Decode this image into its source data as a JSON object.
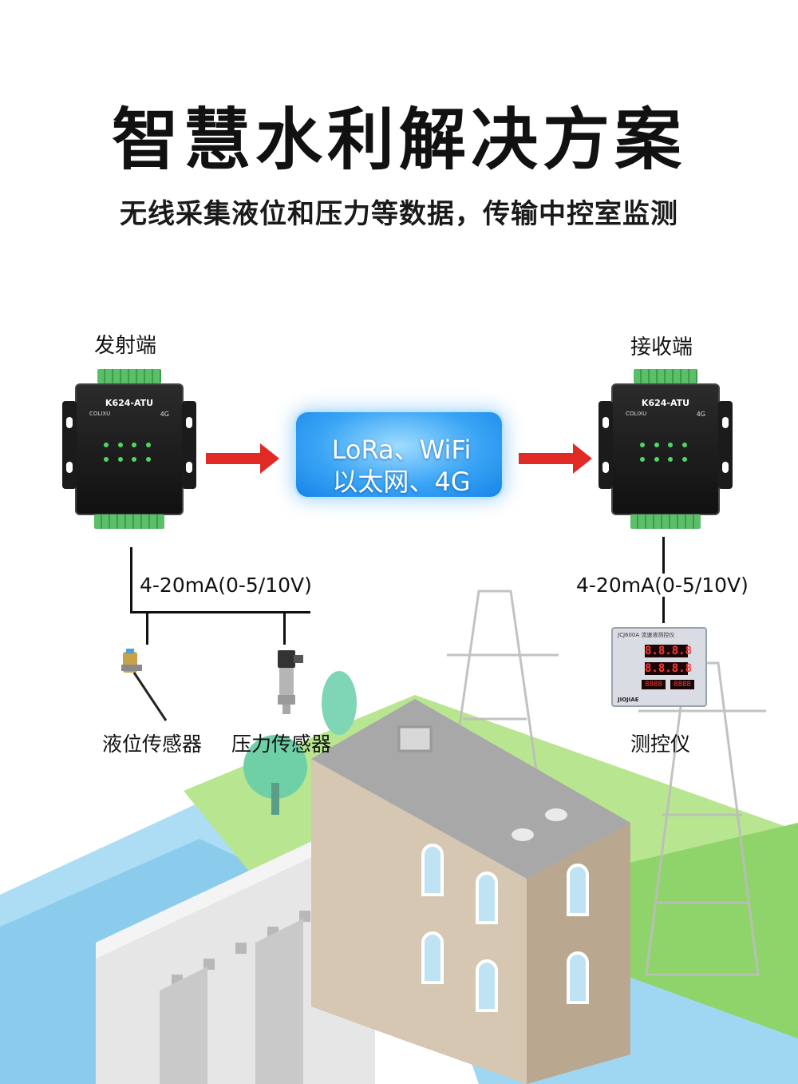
{
  "header": {
    "title": "智慧水利解决方案",
    "subtitle": "无线采集液位和压力等数据，传输中控室监测"
  },
  "sender": {
    "label": "发射端",
    "device": {
      "model": "K624-ATU",
      "variant": "4G",
      "brand": "COLIXU"
    }
  },
  "receiver": {
    "label": "接收端",
    "device": {
      "model": "K624-ATU",
      "variant": "4G",
      "brand": "COLIXU"
    }
  },
  "network": {
    "line1": "LoRa、WiFi",
    "line2": "以太网、4G"
  },
  "signal_left": "4-20mA(0-5/10V)",
  "signal_right": "4-20mA(0-5/10V)",
  "sensors": {
    "level": "液位传感器",
    "pressure": "压力传感器"
  },
  "meter": {
    "label": "测控仪",
    "title": "JCJ600A 流速液测控仪",
    "display1": "8.8.8.8",
    "display2": "8.8.8.8",
    "display3": "8888",
    "display4": "8888",
    "brand": "JIOJIAE"
  },
  "colors": {
    "arrow": "#e02b25",
    "badge": "#3aa5f5",
    "led": "#4cd964",
    "water": "#8ccff0",
    "grass": "#8fd46a"
  }
}
